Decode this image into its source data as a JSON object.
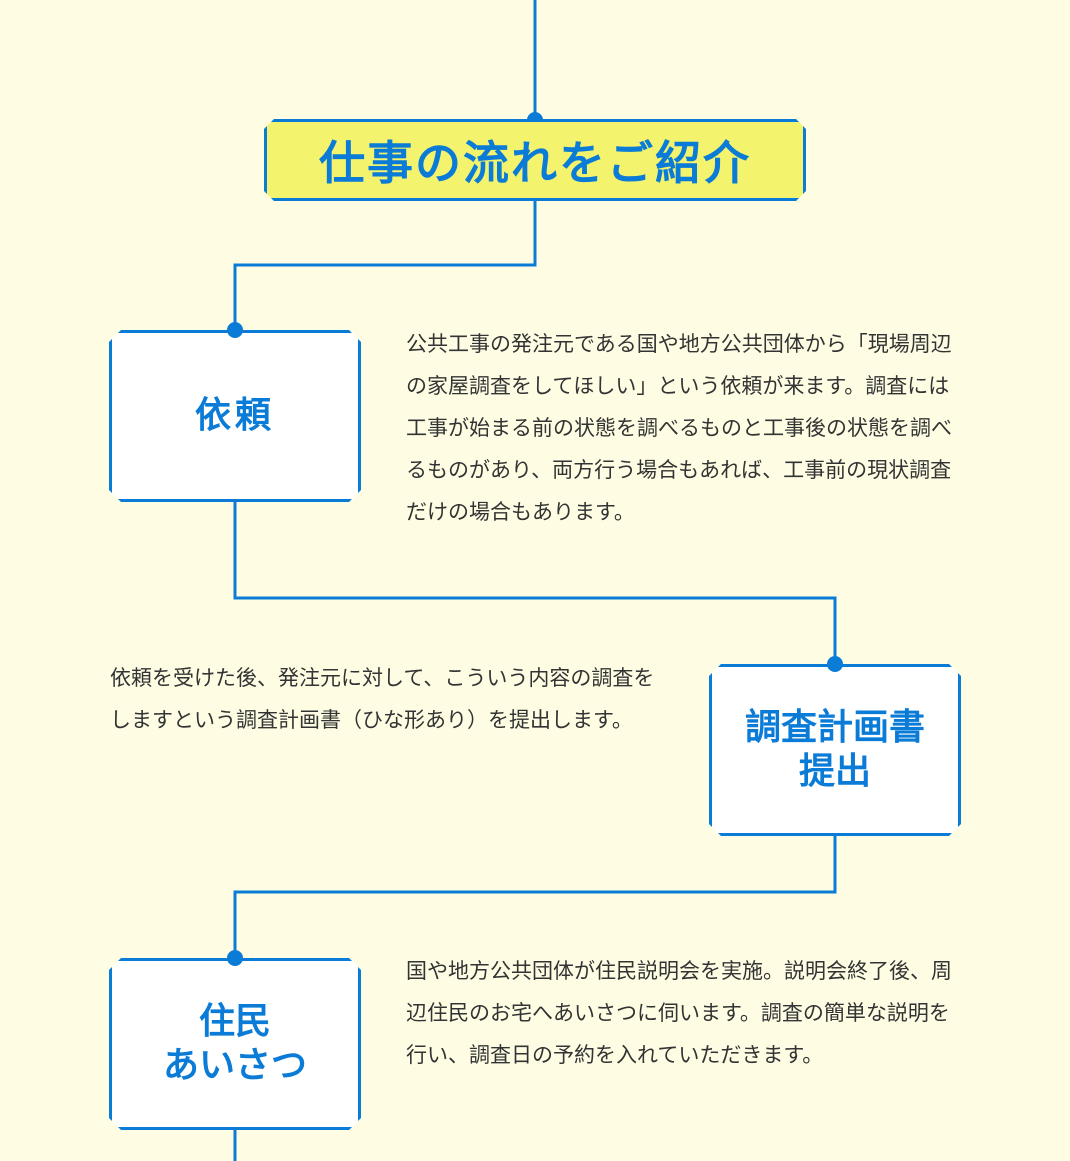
{
  "title": "仕事の流れをご紹介",
  "steps": [
    {
      "label_lines": [
        "依頼"
      ],
      "description": "公共工事の発注元である国や地方公共団体から「現場周辺の家屋調査をしてほしい」という依頼が来ます。調査には工事が始まる前の状態を調べるものと工事後の状態を調べるものがあり、両方行う場合もあれば、工事前の現状調査だけの場合もあります。"
    },
    {
      "label_lines": [
        "調査計画書",
        "提出"
      ],
      "description": "依頼を受けた後、発注元に対して、こういう内容の調査をしますという調査計画書（ひな形あり）を提出します。"
    },
    {
      "label_lines": [
        "住民",
        "あいさつ"
      ],
      "description": "国や地方公共団体が住民説明会を実施。説明会終了後、周辺住民のお宅へあいさつに伺います。調査の簡単な説明を行い、調査日の予約を入れていただきます。"
    }
  ],
  "colors": {
    "background": "#fefde4",
    "accent": "#0a7bd6",
    "title_fill": "#f4f36d",
    "box_fill": "#ffffff",
    "text": "#333333"
  }
}
